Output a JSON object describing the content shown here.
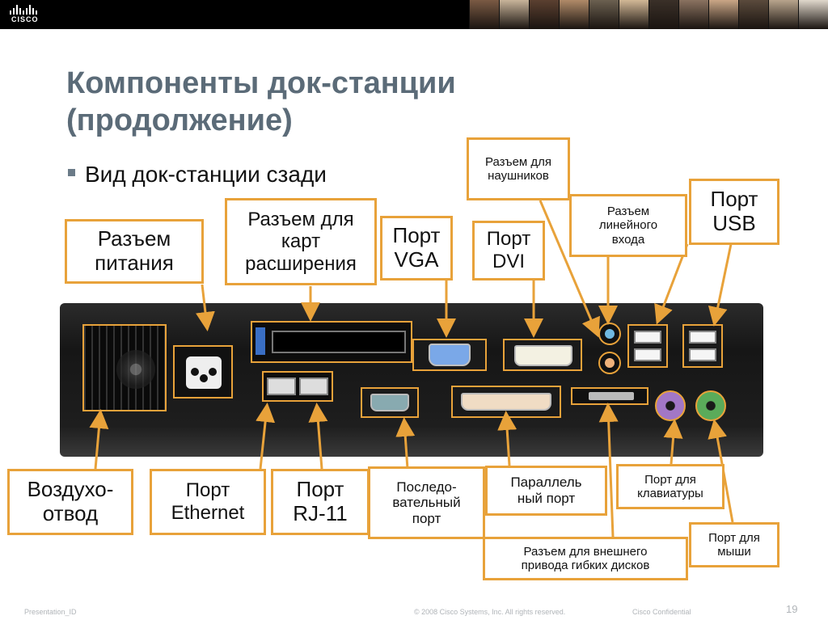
{
  "header": {
    "logo_text": "CISCO",
    "photo_colors": [
      "#7a5a44",
      "#c8b49a",
      "#5b4030",
      "#b08a68",
      "#6b6050",
      "#d2b896",
      "#3a3028",
      "#8a7260",
      "#caa686",
      "#5a4a3c",
      "#b8a48c",
      "#e0d8cc"
    ]
  },
  "slide": {
    "title": "Компоненты док-станции (продолжение)",
    "bullet": "Вид док-станции сзади"
  },
  "callouts": {
    "power": "Разъем питания",
    "card_slot": "Разъем для карт расширения",
    "vga": "Порт VGA",
    "dvi": "Порт DVI",
    "headphones": "Разъем для наушников",
    "line_in": "Разъем линейного входа",
    "usb": "Порт USB",
    "vent": "Воздухо-отвод",
    "ethernet": "Порт Ethernet",
    "rj11": "Порт RJ-11",
    "serial": "Последо-вательный порт",
    "parallel": "Параллель ный порт",
    "floppy": "Разъем для внешнего привода гибких дисков",
    "keyboard": "Порт для клавиатуры",
    "mouse": "Порт для мыши"
  },
  "colors": {
    "accent": "#e8a23a",
    "title": "#5b6b78",
    "headphone_jack": "#6fb8e0",
    "line_in_jack": "#f0b27a",
    "keyboard_ps2": "#a277c6",
    "mouse_ps2": "#5aab5a"
  },
  "footer": {
    "presentation_id": "Presentation_ID",
    "copyright": "© 2008 Cisco Systems, Inc. All rights reserved.",
    "confidential": "Cisco Confidential",
    "page_number": "19"
  }
}
